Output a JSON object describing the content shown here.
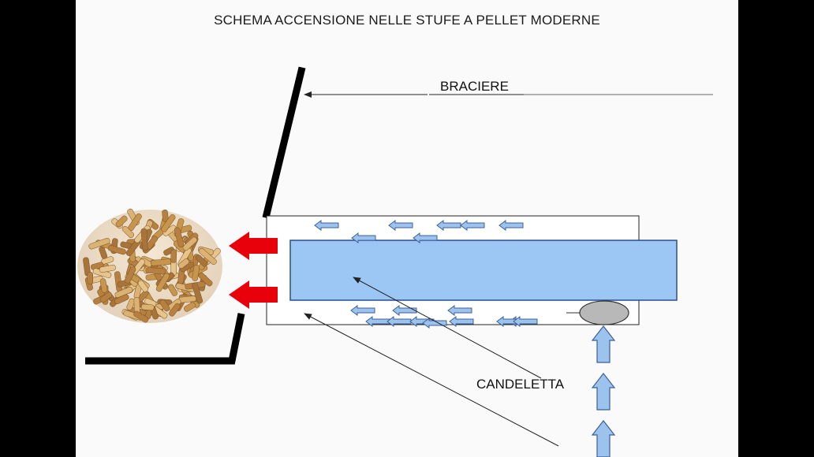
{
  "slide": {
    "title": "SCHEMA ACCENSIONE NELLE STUFE A PELLET MODERNE",
    "labels": {
      "braciere": "BRACIERE",
      "candeletta": "CANDELETTA"
    }
  },
  "colors": {
    "background": "#fafafa",
    "wall": "#000000",
    "chamber_fill": "#9cc7f5",
    "chamber_stroke": "#2a4f8c",
    "airflow_arrow": "#9cc3ee",
    "heat_arrow": "#e8000a",
    "igniter": "#b8b8b8",
    "pellet": "#d6a65e"
  },
  "elements": {
    "pellet_pile": "pellet-image",
    "airflow_arrow_count": 18,
    "heat_arrow_count": 2,
    "intake_arrow_count": 3
  }
}
